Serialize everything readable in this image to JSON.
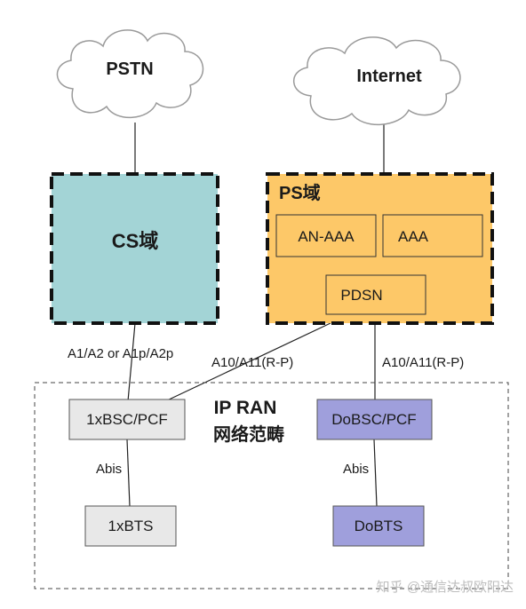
{
  "clouds": {
    "pstn": "PSTN",
    "internet": "Internet"
  },
  "domains": {
    "cs": "CS域",
    "ps": "PS域"
  },
  "nodes": {
    "an_aaa": "AN-AAA",
    "aaa": "AAA",
    "pdsn": "PDSN",
    "bsc_pcf": "1xBSC/PCF",
    "dobsc_pcf": "DoBSC/PCF",
    "bts": "1xBTS",
    "dobts": "DoBTS"
  },
  "links": {
    "a1_label": "A1/A2 or A1p/A2p",
    "a10_left": "A10/A11(R-P)",
    "a10_right": "A10/A11(R-P)",
    "abis_left": "Abis",
    "abis_right": "Abis"
  },
  "ran": {
    "line1": "IP RAN",
    "line2": "网络范畴"
  },
  "watermark": "知乎 @通信达叔欧阳达",
  "colors": {
    "cs_fill": "#a3d4d6",
    "ps_fill": "#fdc868",
    "bsc_fill": "#e8e8e8",
    "do_fill": "#9f9fdc",
    "border": "#111111"
  }
}
